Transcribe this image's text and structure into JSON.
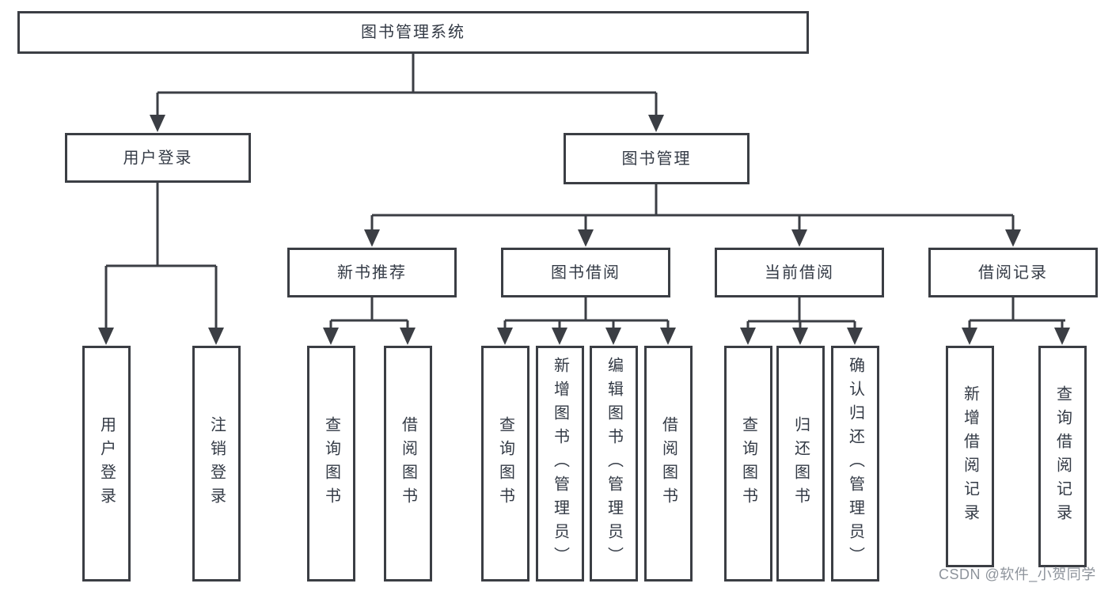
{
  "diagram": {
    "root": "图书管理系统",
    "branches": [
      {
        "label": "用户登录",
        "children": [
          {
            "label": "用户登录"
          },
          {
            "label": "注销登录"
          }
        ]
      },
      {
        "label": "图书管理",
        "children": [
          {
            "label": "新书推荐",
            "children": [
              {
                "label": "查询图书"
              },
              {
                "label": "借阅图书"
              }
            ]
          },
          {
            "label": "图书借阅",
            "children": [
              {
                "label": "查询图书"
              },
              {
                "label": "新增图书（管理员）"
              },
              {
                "label": "编辑图书（管理员）"
              },
              {
                "label": "借阅图书"
              }
            ]
          },
          {
            "label": "当前借阅",
            "children": [
              {
                "label": "查询图书"
              },
              {
                "label": "归还图书"
              },
              {
                "label": "确认归还（管理员）"
              }
            ]
          },
          {
            "label": "借阅记录",
            "children": [
              {
                "label": "新增借阅记录"
              },
              {
                "label": "查询借阅记录"
              }
            ]
          }
        ]
      }
    ]
  },
  "watermark": "CSDN @软件_小贺同学",
  "colors": {
    "line": "#3b3e44",
    "text": "#333a45",
    "watermark": "#8d939b",
    "background": "#ffffff"
  }
}
